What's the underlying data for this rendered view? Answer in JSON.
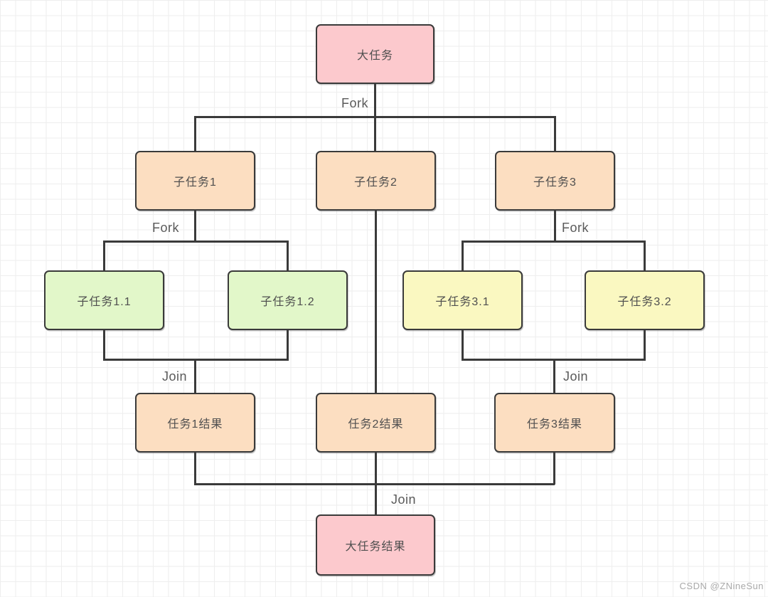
{
  "colors": {
    "pink": "#fcc9cd",
    "peach": "#fcdec1",
    "green": "#e2f7c9",
    "yellow": "#faf8c1",
    "node_border": "#3a3a3a",
    "connector_line": "#3a3a3a",
    "node_text": "#4f4f4f",
    "edge_label_text": "#5a5a5a",
    "grid_line": "#eeeeee",
    "watermark_text": "#a9a9a9"
  },
  "diagram": {
    "type": "fork-join-flowchart",
    "nodes": {
      "big_task": {
        "label": "大任务",
        "fill": "pink"
      },
      "subtask_1": {
        "label": "子任务1",
        "fill": "peach"
      },
      "subtask_2": {
        "label": "子任务2",
        "fill": "peach"
      },
      "subtask_3": {
        "label": "子任务3",
        "fill": "peach"
      },
      "subtask_1_1": {
        "label": "子任务1.1",
        "fill": "green"
      },
      "subtask_1_2": {
        "label": "子任务1.2",
        "fill": "green"
      },
      "subtask_3_1": {
        "label": "子任务3.1",
        "fill": "yellow"
      },
      "subtask_3_2": {
        "label": "子任务3.2",
        "fill": "yellow"
      },
      "result_1": {
        "label": "任务1结果",
        "fill": "peach"
      },
      "result_2": {
        "label": "任务2结果",
        "fill": "peach"
      },
      "result_3": {
        "label": "任务3结果",
        "fill": "peach"
      },
      "big_result": {
        "label": "大任务结果",
        "fill": "pink"
      }
    },
    "edge_labels": {
      "fork": "Fork",
      "join": "Join"
    }
  },
  "watermark": "CSDN @ZNineSun"
}
